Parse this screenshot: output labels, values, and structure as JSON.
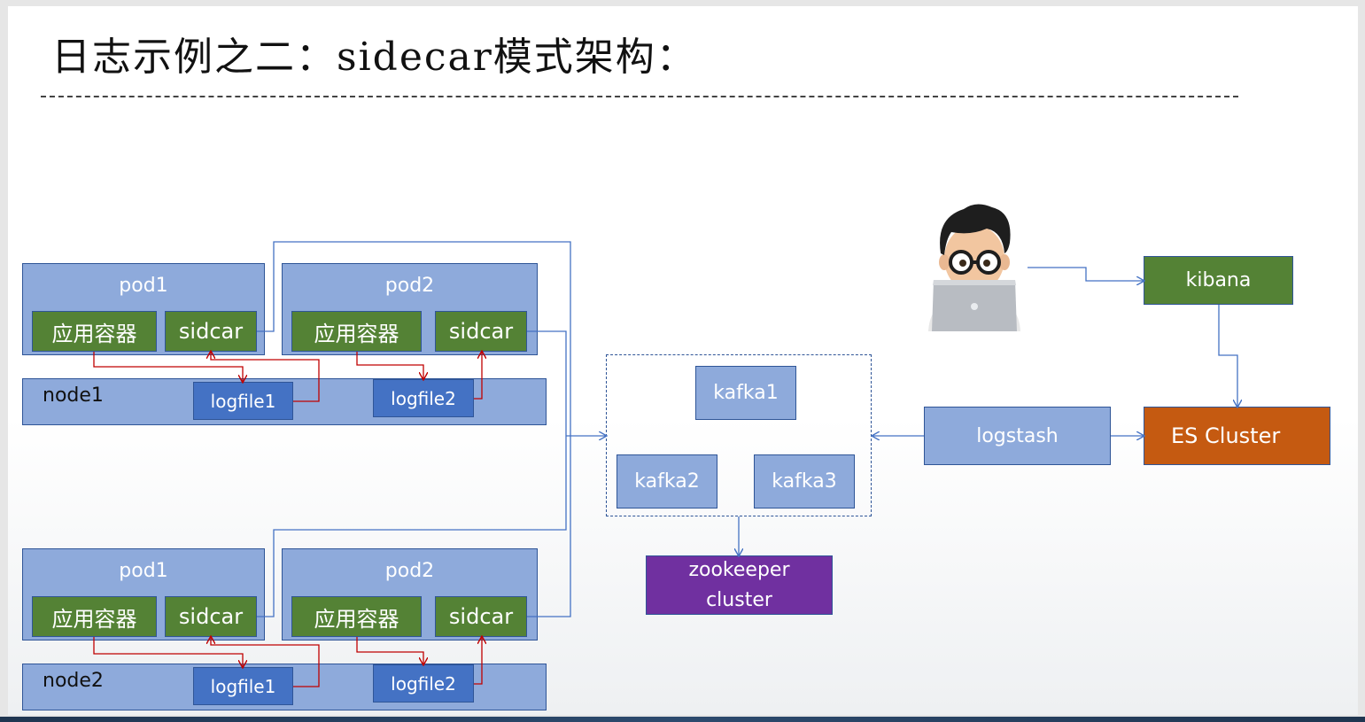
{
  "title": "日志示例之二：sidecar模式架构：",
  "nodes": [
    {
      "label": "node1",
      "pods": [
        {
          "label": "pod1",
          "app": "应用容器",
          "sidecar": "sidcar"
        },
        {
          "label": "pod2",
          "app": "应用容器",
          "sidecar": "sidcar"
        }
      ],
      "logfiles": [
        "logfile1",
        "logfile2"
      ]
    },
    {
      "label": "node2",
      "pods": [
        {
          "label": "pod1",
          "app": "应用容器",
          "sidecar": "sidcar"
        },
        {
          "label": "pod2",
          "app": "应用容器",
          "sidecar": "sidcar"
        }
      ],
      "logfiles": [
        "logfile1",
        "logfile2"
      ]
    }
  ],
  "kafka": [
    "kafka1",
    "kafka2",
    "kafka3"
  ],
  "zookeeper": {
    "line1": "zookeeper",
    "line2": "cluster"
  },
  "logstash": "logstash",
  "es": "ES  Cluster",
  "kibana": "kibana",
  "colors": {
    "pod": "#8eaadb",
    "logfile": "#4472c4",
    "container": "#548235",
    "zookeeper": "#7030a0",
    "es": "#c55a11",
    "wire_blue": "#4472c4",
    "wire_red": "#c00000"
  },
  "icons": {
    "user": "user-with-laptop-icon"
  }
}
